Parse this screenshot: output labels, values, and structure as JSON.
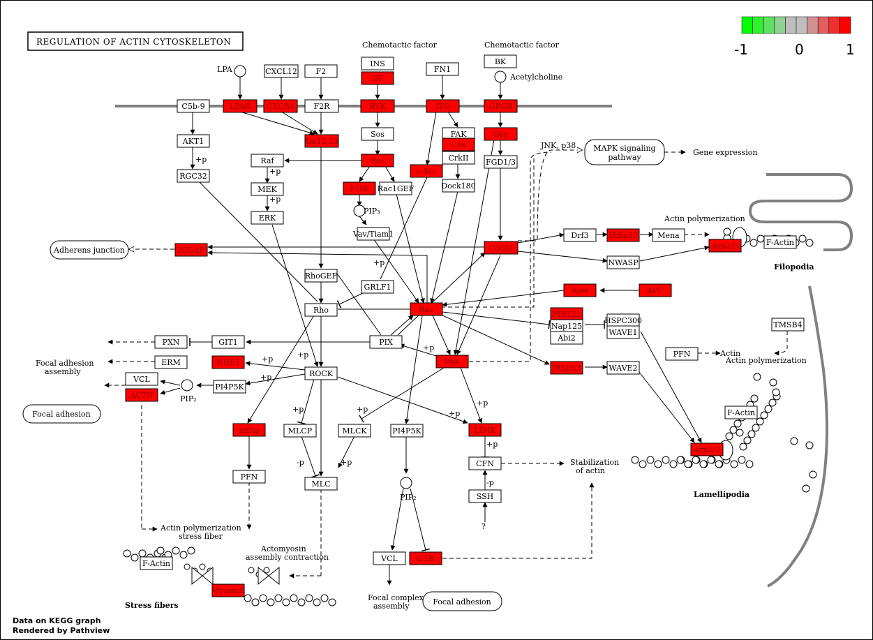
{
  "title": "REGULATION OF ACTIN CYTOSKELETON",
  "colors": {
    "up": "#ff0000",
    "none": "#ffffff",
    "membrane": "#808080"
  },
  "legend": {
    "ticks": [
      "-1",
      "0",
      "1"
    ],
    "scale_colors": [
      "#00ff00",
      "#30f030",
      "#60e060",
      "#90d090",
      "#bebebe",
      "#bebebe",
      "#d09090",
      "#e06060",
      "#f03030",
      "#ff0000"
    ]
  },
  "genes": [
    {
      "id": "c5b9",
      "label": "C5b-9",
      "value": 0
    },
    {
      "id": "lpar",
      "label": "LPAR",
      "value": 1
    },
    {
      "id": "cxcr4",
      "label": "CXCR4",
      "value": 1
    },
    {
      "id": "f2r",
      "label": "F2R",
      "value": 0
    },
    {
      "id": "rtk",
      "label": "RTK",
      "value": 1
    },
    {
      "id": "itg",
      "label": "ITG",
      "value": 1
    },
    {
      "id": "gpcr",
      "label": "GPCR",
      "value": 0.9
    },
    {
      "id": "cxcl12",
      "label": "CXCL12",
      "value": 0
    },
    {
      "id": "f2",
      "label": "F2",
      "value": 0
    },
    {
      "id": "ins",
      "label": "INS",
      "value": 0
    },
    {
      "id": "gf",
      "label": "GF",
      "value": 1
    },
    {
      "id": "fn1",
      "label": "FN1",
      "value": 0
    },
    {
      "id": "bk",
      "label": "BK",
      "value": 0
    },
    {
      "id": "akt1",
      "label": "AKT1",
      "value": 0
    },
    {
      "id": "rgc32",
      "label": "RGC32",
      "value": 0
    },
    {
      "id": "ga1213",
      "label": "Gα12,13",
      "value": 0.9
    },
    {
      "id": "sos",
      "label": "Sos",
      "value": 0
    },
    {
      "id": "ras",
      "label": "Ras",
      "value": 1
    },
    {
      "id": "raf",
      "label": "Raf",
      "value": 0
    },
    {
      "id": "mek",
      "label": "MEK",
      "value": 0
    },
    {
      "id": "erk",
      "label": "ERK",
      "value": 0
    },
    {
      "id": "pi3k",
      "label": "PI3K",
      "value": 1
    },
    {
      "id": "rac1gef",
      "label": "Rac1GEF",
      "value": 0
    },
    {
      "id": "csrc",
      "label": "c-Src",
      "value": 1
    },
    {
      "id": "fak",
      "label": "FAK",
      "value": 0
    },
    {
      "id": "cas",
      "label": "Cas",
      "value": 1
    },
    {
      "id": "crkii",
      "label": "CrkII",
      "value": 0
    },
    {
      "id": "dock180",
      "label": "Dock180",
      "value": 0
    },
    {
      "id": "gby",
      "label": "Gβγ",
      "value": 1
    },
    {
      "id": "fgd13",
      "label": "FGD1/3",
      "value": 0
    },
    {
      "id": "vavtiam1",
      "label": "Vav/Tiam1",
      "value": 0
    },
    {
      "id": "cdc42",
      "label": "Cdc42",
      "value": 1
    },
    {
      "id": "iqgap",
      "label": "IQGAP",
      "value": 0.9
    },
    {
      "id": "drf3",
      "label": "Drf3",
      "value": 0
    },
    {
      "id": "irsp53a",
      "label": "IRSp53",
      "value": 1
    },
    {
      "id": "mena",
      "label": "Mena",
      "value": 0
    },
    {
      "id": "arp23a",
      "label": "Arp2/3",
      "value": 1
    },
    {
      "id": "factin1",
      "label": "F-Actin",
      "value": 0
    },
    {
      "id": "nwasp",
      "label": "NWASP",
      "value": 0
    },
    {
      "id": "rhogef",
      "label": "RhoGEF",
      "value": 0
    },
    {
      "id": "grlf1",
      "label": "GRLF1",
      "value": 0
    },
    {
      "id": "asef",
      "label": "Asef",
      "value": 1
    },
    {
      "id": "apc",
      "label": "APC",
      "value": 1
    },
    {
      "id": "rho",
      "label": "Rho",
      "value": 0
    },
    {
      "id": "rac",
      "label": "Rac",
      "value": 1
    },
    {
      "id": "pir121",
      "label": "PIR121",
      "value": 1
    },
    {
      "id": "nap125",
      "label": "Nap125",
      "value": 0
    },
    {
      "id": "abi2",
      "label": "Abi2",
      "value": 0
    },
    {
      "id": "hspc300",
      "label": "HSPC300",
      "value": 0
    },
    {
      "id": "wave1",
      "label": "WAVE1",
      "value": 0
    },
    {
      "id": "timsb4",
      "label": "TMSB4",
      "value": 0
    },
    {
      "id": "pxn",
      "label": "PXN",
      "value": 0
    },
    {
      "id": "git1",
      "label": "GIT1",
      "value": 0
    },
    {
      "id": "pix",
      "label": "PIX",
      "value": 0
    },
    {
      "id": "erm",
      "label": "ERM",
      "value": 0
    },
    {
      "id": "nhe1",
      "label": "NHE1",
      "value": 1
    },
    {
      "id": "pak",
      "label": "PAK",
      "value": 1
    },
    {
      "id": "irsp53b",
      "label": "IRSp53",
      "value": 1
    },
    {
      "id": "wave2",
      "label": "WAVE2",
      "value": 0
    },
    {
      "id": "pfn2",
      "label": "PFN",
      "value": 0
    },
    {
      "id": "vcl1",
      "label": "VCL",
      "value": 0
    },
    {
      "id": "actn",
      "label": "ACTN",
      "value": 1
    },
    {
      "id": "pi4p5k1",
      "label": "PI4P5K",
      "value": 0
    },
    {
      "id": "rock",
      "label": "ROCK",
      "value": 0
    },
    {
      "id": "factin2",
      "label": "F-Actin",
      "value": 0
    },
    {
      "id": "mdia",
      "label": "mDia",
      "value": 1
    },
    {
      "id": "mlcp",
      "label": "MLCP",
      "value": 0
    },
    {
      "id": "mlck",
      "label": "MLCK",
      "value": 0
    },
    {
      "id": "pi4p5k2",
      "label": "PI4P5K",
      "value": 0
    },
    {
      "id": "limk",
      "label": "LIMK",
      "value": 1
    },
    {
      "id": "arp23b",
      "label": "Arp2/3",
      "value": 1
    },
    {
      "id": "pfn1",
      "label": "PFN",
      "value": 0
    },
    {
      "id": "mlc",
      "label": "MLC",
      "value": 0
    },
    {
      "id": "cfn",
      "label": "CFN",
      "value": 0
    },
    {
      "id": "ssh",
      "label": "SSH",
      "value": 0
    },
    {
      "id": "vcl2",
      "label": "VCL",
      "value": 0
    },
    {
      "id": "gsn",
      "label": "GSN",
      "value": 1
    },
    {
      "id": "factin3",
      "label": "F-Actin",
      "value": 0
    },
    {
      "id": "myosinii",
      "label": "MyosinII",
      "value": 1
    }
  ],
  "labels": {
    "chemo1": "Chemotactic factor",
    "chemo2": "Chemotactic factor",
    "lpa": "LPA",
    "acetyl": "Acetylcholine",
    "jnk": "JNK, p38",
    "gene_expr": "Gene expression",
    "actin_poly1": "Actin polymerization",
    "filopodia": "Filopodia",
    "pip3": "PIP₃",
    "plus_p": "+p",
    "minus_p": "-p",
    "focal_adh_assembly": "Focal adhesion assembly",
    "pip2a": "PIP₂",
    "pip2b": "PIP₂",
    "actin_poly2": "Actin polymerization",
    "actin_poly3_l1": "Actin polymerization",
    "actin_poly3_l2": "stress fiber",
    "actomyosin_l1": "Actomyosin",
    "actomyosin_l2": "assembly contraction",
    "stab_l1": "Stabilization",
    "stab_l2": "of actin",
    "lamellipodia": "Lamellipodia",
    "qmark": "?",
    "focal_complex_l1": "Focal complex",
    "focal_complex_l2": "assembly",
    "stress_fibers": "Stress fibers"
  },
  "rounded_boxes": {
    "mapk_l1": "MAPK signaling",
    "mapk_l2": "pathway",
    "adherens": "Adherens junction",
    "focal_adhesion1": "Focal adhesion",
    "focal_adhesion2": "Focal adhesion"
  },
  "footer": {
    "line1": "Data on KEGG graph",
    "line2": "Rendered by Pathview"
  }
}
